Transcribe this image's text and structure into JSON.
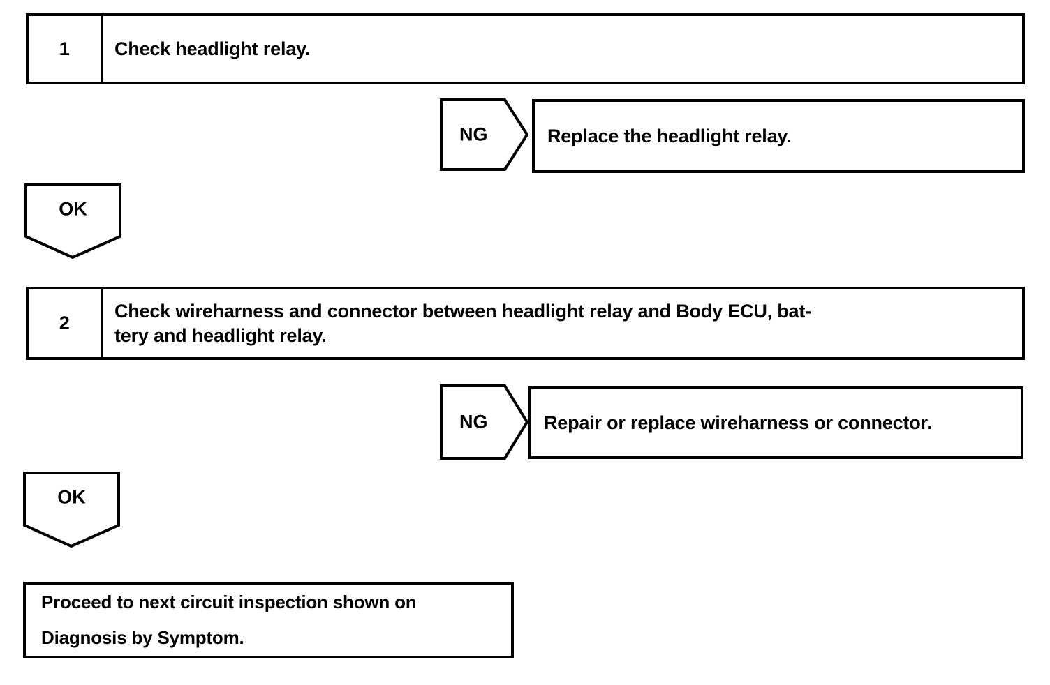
{
  "document": {
    "type": "troubleshooting-flowchart",
    "background_color": "#ffffff",
    "line_color": "#000000"
  },
  "flow": {
    "steps": [
      {
        "number": "1",
        "text": "Check headlight relay."
      },
      {
        "number": "2",
        "text": "Check wireharness and connector between headlight relay and Body ECU, bat-\ntery and headlight relay."
      }
    ],
    "ng_branches": [
      {
        "label": "NG",
        "action": "Replace the headlight relay."
      },
      {
        "label": "NG",
        "action": "Repair or replace wireharness or connector."
      }
    ],
    "ok_connectors": [
      {
        "label": "OK"
      },
      {
        "label": "OK"
      }
    ],
    "terminal": {
      "text": "Proceed to next circuit inspection shown on\nDiagnosis by Symptom."
    }
  }
}
